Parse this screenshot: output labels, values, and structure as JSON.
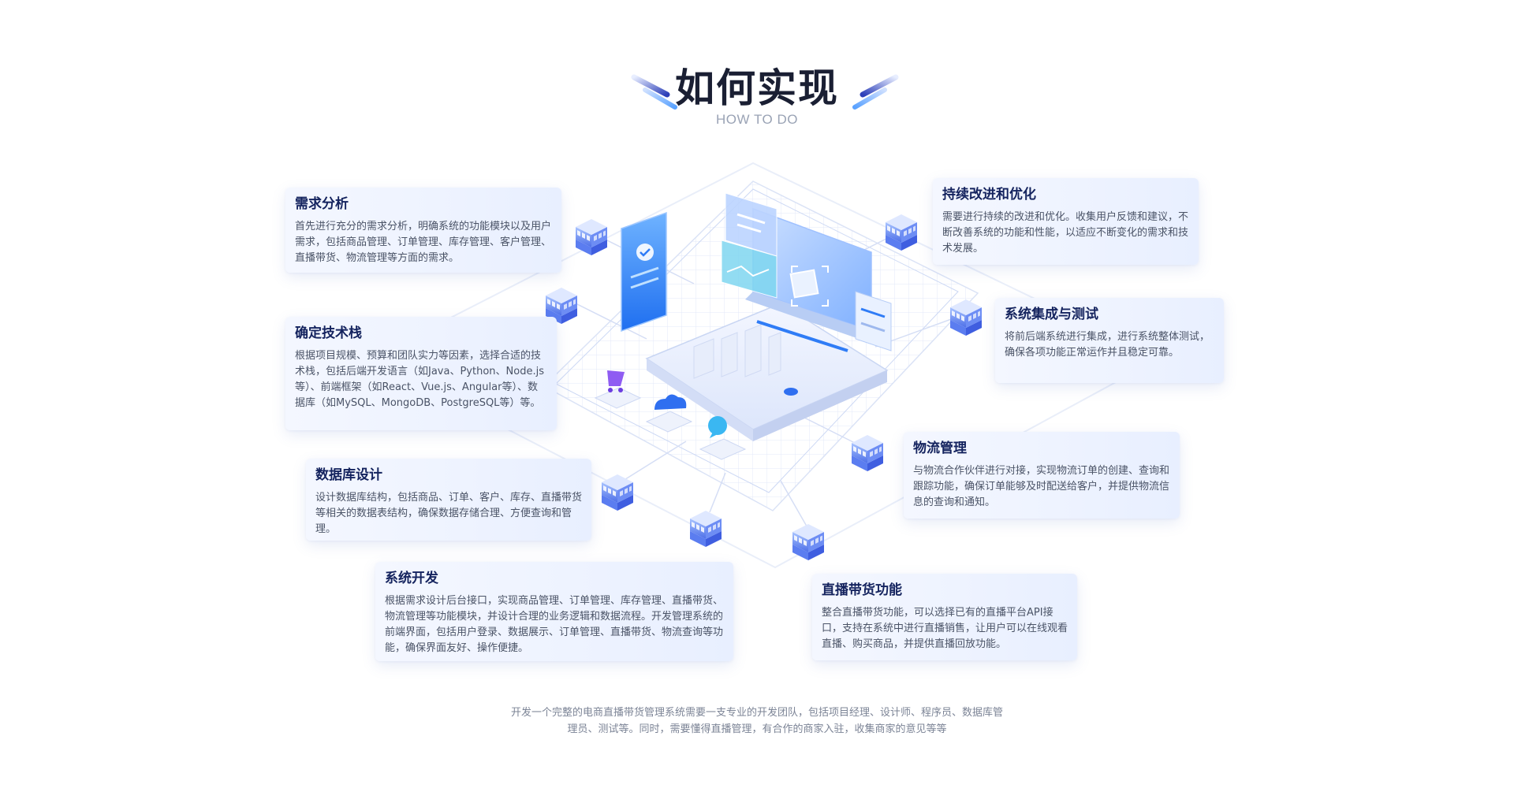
{
  "header": {
    "title": "如何实现",
    "subtitle": "HOW TO DO"
  },
  "cards": [
    {
      "title": "需求分析",
      "body": "首先进行充分的需求分析，明确系统的功能模块以及用户需求，包括商品管理、订单管理、库存管理、客户管理、直播带货、物流管理等方面的需求。"
    },
    {
      "title": "确定技术栈",
      "body": "根据项目规模、预算和团队实力等因素，选择合适的技术栈，包括后端开发语言（如Java、Python、Node.js等）、前端框架（如React、Vue.js、Angular等）、数据库（如MySQL、MongoDB、PostgreSQL等）等。"
    },
    {
      "title": "数据库设计",
      "body": "设计数据库结构，包括商品、订单、客户、库存、直播带货等相关的数据表结构，确保数据存储合理、方便查询和管理。"
    },
    {
      "title": "系统开发",
      "body": "根据需求设计后台接口，实现商品管理、订单管理、库存管理、直播带货、物流管理等功能模块，并设计合理的业务逻辑和数据流程。开发管理系统的前端界面，包括用户登录、数据展示、订单管理、直播带货、物流查询等功能，确保界面友好、操作便捷。"
    },
    {
      "title": "持续改进和优化",
      "body": "需要进行持续的改进和优化。收集用户反馈和建议，不断改善系统的功能和性能，以适应不断变化的需求和技术发展。"
    },
    {
      "title": "系统集成与测试",
      "body": "将前后端系统进行集成，进行系统整体测试，确保各项功能正常运作并且稳定可靠。"
    },
    {
      "title": "物流管理",
      "body": "与物流合作伙伴进行对接，实现物流订单的创建、查询和跟踪功能，确保订单能够及时配送给客户，并提供物流信息的查询和通知。"
    },
    {
      "title": "直播带货功能",
      "body": "整合直播带货功能，可以选择已有的直播平台API接口，支持在系统中进行直播销售，让用户可以在线观看直播、购买商品，并提供直播回放功能。"
    }
  ],
  "footer": {
    "line1": "开发一个完整的电商直播带货管理系统需要一支专业的开发团队，包括项目经理、设计师、程序员、数据库管",
    "line2": "理员、测试等。同时，需要懂得直播管理，有合作的商家入驻，收集商家的意见等等"
  },
  "colors": {
    "accent": "#2f7cf6",
    "title": "#1a1f33",
    "card_title": "#14235e",
    "card_bg": "#eef3ff"
  },
  "icons": {
    "shop": "shop-icon",
    "phone": "phone-icon",
    "cart": "cart-icon",
    "cloud": "cloud-icon",
    "chat": "chat-icon",
    "cube": "cube-icon"
  }
}
